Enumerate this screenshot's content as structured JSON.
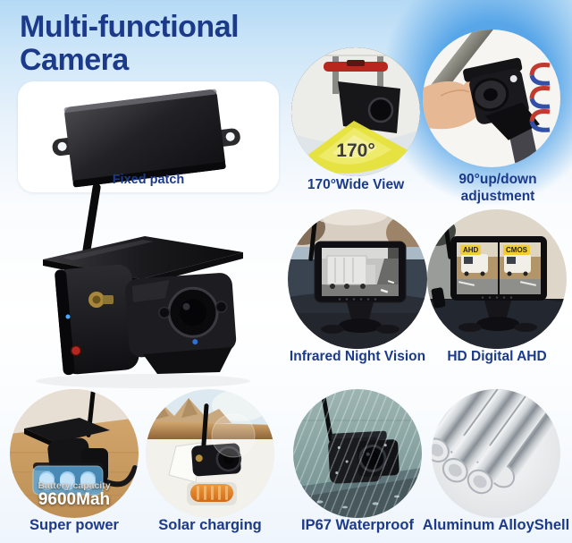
{
  "title": {
    "line1": "Multi-functional",
    "line2": "Camera"
  },
  "colors": {
    "accent_navy": "#1c3a8a",
    "badge_yellow": "#f0cd30",
    "view_cone_yellow": "#e6e23a",
    "brake_light_red": "#b8271e",
    "sky_blue": "#58a6e8"
  },
  "icons": {
    "view_cone": "wide-angle-cone-icon",
    "magnets": "magnet-arrow-icon",
    "antenna": "antenna-icon"
  },
  "fixed_patch": {
    "label": "Fixed patch"
  },
  "wide_view": {
    "label": "170°Wide View",
    "angle_callout": "170°"
  },
  "up_down": {
    "label_line1": "90°up/down",
    "label_line2": "adjustment"
  },
  "night_vision": {
    "label": "Infrared Night Vision"
  },
  "hd_ahd": {
    "label": "HD Digital AHD",
    "badge_left": "AHD",
    "badge_right": "CMOS"
  },
  "super_power": {
    "label": "Super power",
    "battery_caption": "Battery capacity",
    "battery_value": "9600Mah"
  },
  "solar": {
    "label": "Solar charging"
  },
  "waterproof": {
    "label": "IP67 Waterproof"
  },
  "alloy": {
    "label": "Aluminum AlloyShell"
  }
}
